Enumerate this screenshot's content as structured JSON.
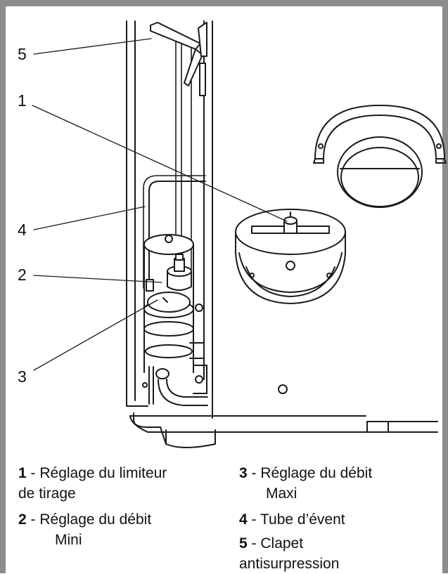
{
  "callouts": [
    {
      "id": "5",
      "label": "5"
    },
    {
      "id": "1",
      "label": "1"
    },
    {
      "id": "4",
      "label": "4"
    },
    {
      "id": "2",
      "label": "2"
    },
    {
      "id": "3",
      "label": "3"
    }
  ],
  "legend": [
    {
      "num": "1",
      "sep": " - ",
      "line1": "Réglage du limiteur",
      "line2": "de tirage"
    },
    {
      "num": "2",
      "sep": " - ",
      "line1": "Réglage du débit",
      "line2": "Mini"
    },
    {
      "num": "3",
      "sep": " - ",
      "line1": "Réglage du débit",
      "line2": "Maxi"
    },
    {
      "num": "4",
      "sep": " - ",
      "line1": "Tube d’évent",
      "line2": ""
    },
    {
      "num": "5",
      "sep": " - ",
      "line1": "Clapet",
      "line2": "antisurpression"
    }
  ],
  "colors": {
    "frame": "#8d8d8d",
    "line": "#1a1a1a"
  }
}
